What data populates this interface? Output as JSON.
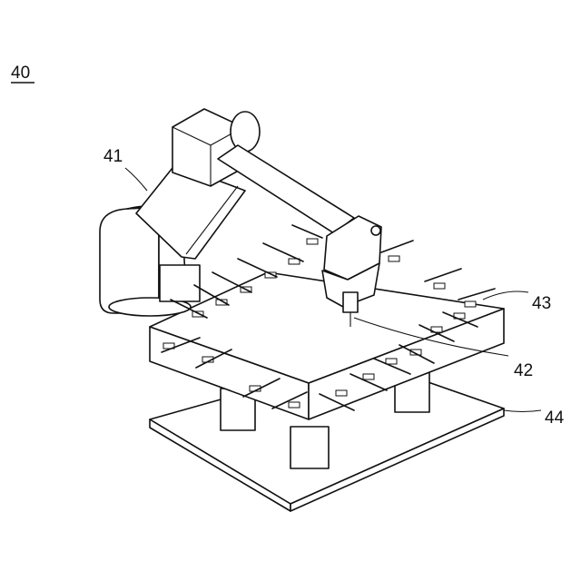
{
  "figure": {
    "figure_number": "40",
    "labels": {
      "robot_arm": "41",
      "tool_head": "42",
      "clamp": "43",
      "base_plate": "44"
    }
  },
  "colors": {
    "line": "#111111",
    "background": "#ffffff"
  }
}
